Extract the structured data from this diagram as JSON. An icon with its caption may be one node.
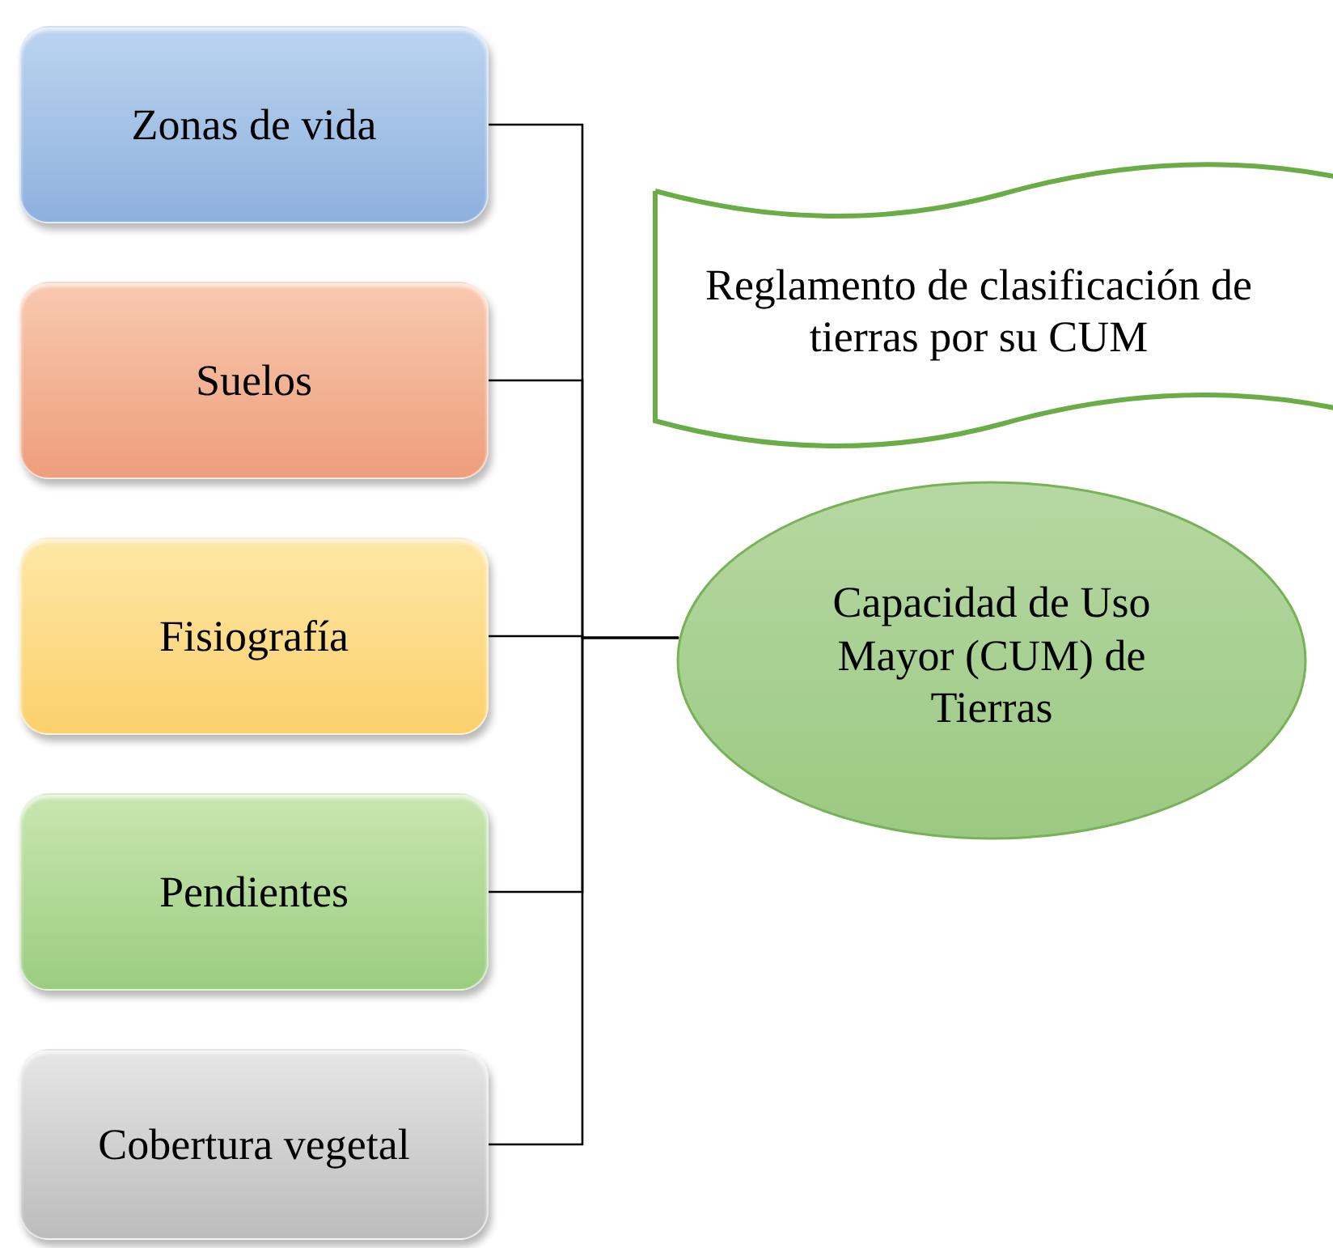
{
  "diagram": {
    "nodes": [
      {
        "text": [
          "Zonas de vida"
        ]
      },
      {
        "text": [
          "Suelos"
        ]
      },
      {
        "text": [
          "Fisiografía"
        ]
      },
      {
        "text": [
          "Pendientes"
        ]
      },
      {
        "text": [
          "Cobertura vegetal"
        ]
      },
      {
        "text": [
          "Reglamento de clasificación de tierras por su CUM"
        ]
      },
      {
        "text": [
          "Capacidad de Uso Mayor (CUM) de Tierras"
        ]
      }
    ],
    "edges": [
      {
        "from": 0,
        "to": 6,
        "arrow": "none"
      },
      {
        "from": 1,
        "to": 6,
        "arrow": "none"
      },
      {
        "from": 2,
        "to": 6,
        "arrow": "none"
      },
      {
        "from": 3,
        "to": 6,
        "arrow": "none"
      },
      {
        "from": 4,
        "to": 6,
        "arrow": "none"
      }
    ]
  }
}
